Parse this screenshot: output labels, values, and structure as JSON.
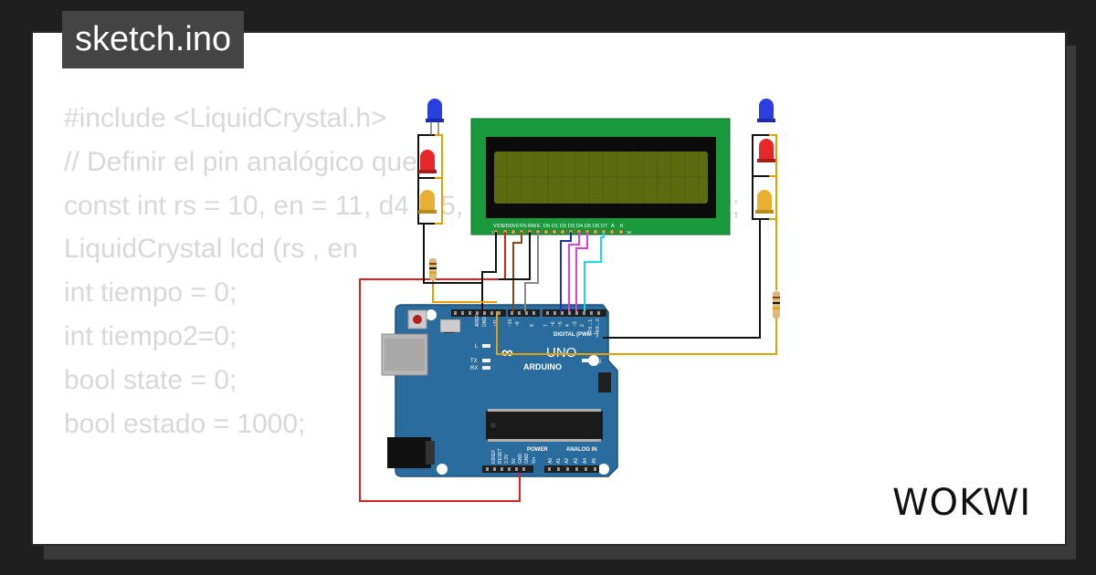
{
  "page_title": "sketch.ino",
  "logo_text": "WOKWI",
  "code_lines": [
    "#include <LiquidCrystal.h>",
    "",
    "// Definir el pin analógico que",
    "",
    "const int rs = 10, en = 11, d4 = 5, d5 = 4, d6 = 3, d7 = 2;",
    "LiquidCrystal lcd (rs , en",
    "",
    "int tiempo = 0;",
    "int tiempo2=0;",
    "bool state = 0;",
    "bool estado = 1000;"
  ],
  "lcd": {
    "pin_labels": [
      "VSS",
      "VDD",
      "V0",
      "RS",
      "RW",
      "E",
      "D0",
      "D1",
      "D2",
      "D3",
      "D4",
      "D5",
      "D6",
      "D7",
      "A",
      "K"
    ],
    "pin_first": "1",
    "pin_last": "16"
  },
  "board": {
    "brand": "ARDUINO",
    "model": "UNO",
    "digital_label": "DIGITAL (PWM ~)",
    "power_label": "POWER",
    "analog_label": "ANALOG IN",
    "on_label": "ON",
    "l_label": "L",
    "tx_label": "TX",
    "rx_label": "RX",
    "aref_label": "AREF",
    "gnd_label": "GND",
    "digital_pins": [
      "~11",
      "~10",
      "~9",
      "8",
      "7",
      "~6",
      "~5",
      "4",
      "~3",
      "2",
      "TX→1",
      "RX←0"
    ],
    "power_pins": [
      "IOREF",
      "RESET",
      "3.3V",
      "5V",
      "GND",
      "GND",
      "Vin"
    ],
    "analog_pins": [
      "A0",
      "A1",
      "A2",
      "A3",
      "A4",
      "A5"
    ]
  },
  "colors": {
    "board": "#2b6c9e",
    "lcd_pcb": "#1a9a3d",
    "lcd_screen": "#5c6b10",
    "wire_red": "#e02020",
    "wire_orange": "#e8a000",
    "wire_blue": "#1e2cc8",
    "wire_magenta": "#dd3ee0",
    "wire_cyan": "#1ad8e8",
    "led_blue": "#2b3fe0",
    "led_red": "#e82828",
    "led_yellow": "#e8b030"
  }
}
